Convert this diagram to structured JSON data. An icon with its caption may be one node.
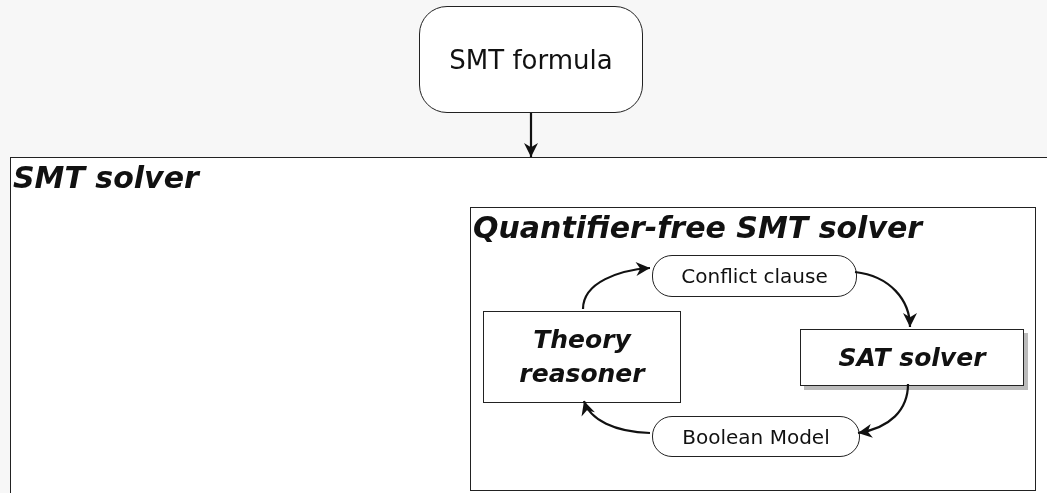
{
  "diagram": {
    "nodes": [
      {
        "text": [
          "SMT formula"
        ]
      },
      {
        "text": [
          "SMT solver"
        ]
      },
      {
        "text": [
          "Quantifier-free SMT solver"
        ],
        "in": 1
      },
      {
        "text": [
          "Conflict clause"
        ],
        "in": 2
      },
      {
        "text": [
          "SAT solver"
        ],
        "in": 2
      },
      {
        "text": [
          "Boolean Model"
        ],
        "in": 2
      },
      {
        "text": [
          "Theory reasoner"
        ],
        "in": 2
      }
    ],
    "edges": [
      {
        "from": 0,
        "to": 1,
        "arrow": "to"
      },
      {
        "from": 6,
        "to": 3,
        "arrow": "to"
      },
      {
        "from": 3,
        "to": 4,
        "arrow": "to"
      },
      {
        "from": 4,
        "to": 5,
        "arrow": "to"
      },
      {
        "from": 5,
        "to": 6,
        "arrow": "to"
      }
    ]
  }
}
